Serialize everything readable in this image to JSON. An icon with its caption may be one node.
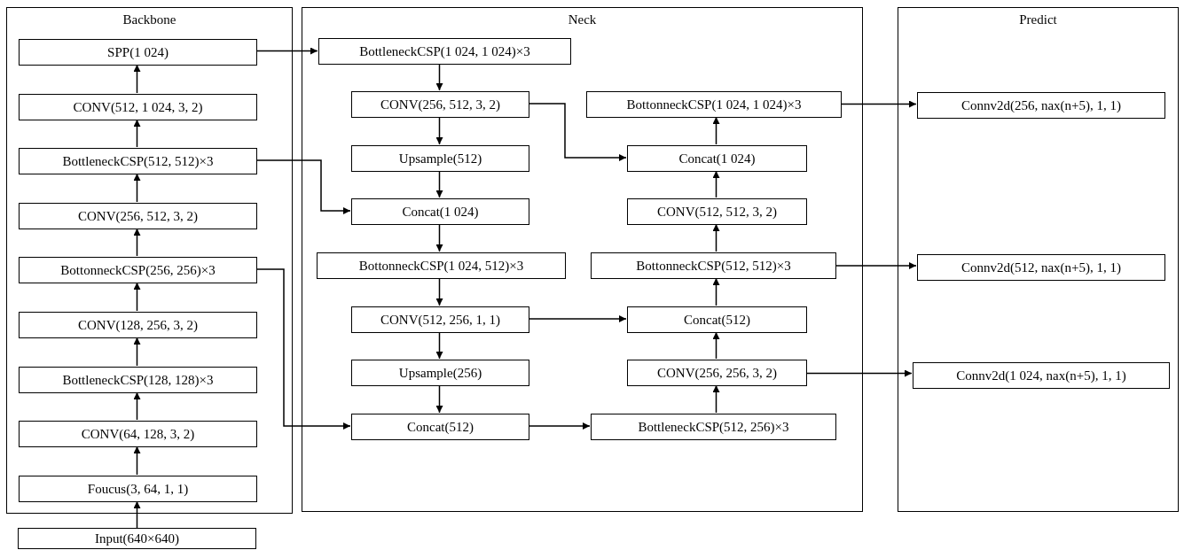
{
  "diagram": {
    "nodes": [
      {
        "text": [
          "Backbone"
        ]
      },
      {
        "text": [
          "SPP(1 024)"
        ],
        "in": 0
      },
      {
        "text": [
          "CONV(512, 1 024, 3, 2)"
        ],
        "in": 0
      },
      {
        "text": [
          "BottleneckCSP(512, 512)×3"
        ],
        "in": 0
      },
      {
        "text": [
          "CONV(256, 512, 3, 2)"
        ],
        "in": 0
      },
      {
        "text": [
          "BottonneckCSP(256, 256)×3"
        ],
        "in": 0
      },
      {
        "text": [
          "CONV(128, 256, 3, 2)"
        ],
        "in": 0
      },
      {
        "text": [
          "BottleneckCSP(128, 128)×3"
        ],
        "in": 0
      },
      {
        "text": [
          "CONV(64, 128, 3, 2)"
        ],
        "in": 0
      },
      {
        "text": [
          "Foucus(3, 64, 1, 1)"
        ],
        "in": 0
      },
      {
        "text": [
          "Input(640×640)"
        ]
      },
      {
        "text": [
          "Neck"
        ]
      },
      {
        "text": [
          "BottleneckCSP(1 024, 1 024)×3"
        ],
        "in": 11
      },
      {
        "text": [
          "CONV(256, 512, 3, 2)"
        ],
        "in": 11
      },
      {
        "text": [
          "Upsample(512)"
        ],
        "in": 11
      },
      {
        "text": [
          "Concat(1 024)"
        ],
        "in": 11
      },
      {
        "text": [
          "BottonneckCSP(1 024, 512)×3"
        ],
        "in": 11
      },
      {
        "text": [
          "CONV(512, 256, 1, 1)"
        ],
        "in": 11
      },
      {
        "text": [
          "Upsample(256)"
        ],
        "in": 11
      },
      {
        "text": [
          "Concat(512)"
        ],
        "in": 11
      },
      {
        "text": [
          "BottleneckCSP(512, 256)×3"
        ],
        "in": 11
      },
      {
        "text": [
          "CONV(256, 256, 3, 2)"
        ],
        "in": 11
      },
      {
        "text": [
          "Concat(512)"
        ],
        "in": 11
      },
      {
        "text": [
          "BottonneckCSP(512, 512)×3"
        ],
        "in": 11
      },
      {
        "text": [
          "CONV(512, 512, 3, 2)"
        ],
        "in": 11
      },
      {
        "text": [
          "Concat(1 024)"
        ],
        "in": 11
      },
      {
        "text": [
          "BottonneckCSP(1 024, 1 024)×3"
        ],
        "in": 11
      },
      {
        "text": [
          "Predict"
        ]
      },
      {
        "text": [
          "Connv2d(256, nax(n+5), 1, 1)"
        ],
        "in": 27
      },
      {
        "text": [
          "Connv2d(512, nax(n+5), 1, 1)"
        ],
        "in": 27
      },
      {
        "text": [
          "Connv2d(1 024, nax(n+5), 1, 1)"
        ],
        "in": 27
      }
    ],
    "edges": [
      {
        "from": 10,
        "to": 9,
        "arrow": "to"
      },
      {
        "from": 9,
        "to": 8,
        "arrow": "to"
      },
      {
        "from": 8,
        "to": 7,
        "arrow": "to"
      },
      {
        "from": 7,
        "to": 6,
        "arrow": "to"
      },
      {
        "from": 6,
        "to": 5,
        "arrow": "to"
      },
      {
        "from": 5,
        "to": 4,
        "arrow": "to"
      },
      {
        "from": 4,
        "to": 3,
        "arrow": "to"
      },
      {
        "from": 3,
        "to": 2,
        "arrow": "to"
      },
      {
        "from": 2,
        "to": 1,
        "arrow": "to"
      },
      {
        "from": 1,
        "to": 12,
        "arrow": "to"
      },
      {
        "from": 3,
        "to": 15,
        "arrow": "to"
      },
      {
        "from": 5,
        "to": 19,
        "arrow": "to"
      },
      {
        "from": 12,
        "to": 13,
        "arrow": "to"
      },
      {
        "from": 13,
        "to": 14,
        "arrow": "to"
      },
      {
        "from": 14,
        "to": 15,
        "arrow": "to"
      },
      {
        "from": 15,
        "to": 16,
        "arrow": "to"
      },
      {
        "from": 16,
        "to": 17,
        "arrow": "to"
      },
      {
        "from": 17,
        "to": 18,
        "arrow": "to"
      },
      {
        "from": 18,
        "to": 19,
        "arrow": "to"
      },
      {
        "from": 19,
        "to": 20,
        "arrow": "to"
      },
      {
        "from": 20,
        "to": 21,
        "arrow": "to"
      },
      {
        "from": 21,
        "to": 22,
        "arrow": "to"
      },
      {
        "from": 22,
        "to": 23,
        "arrow": "to"
      },
      {
        "from": 23,
        "to": 24,
        "arrow": "to"
      },
      {
        "from": 24,
        "to": 25,
        "arrow": "to"
      },
      {
        "from": 25,
        "to": 26,
        "arrow": "to"
      },
      {
        "from": 13,
        "to": 25,
        "arrow": "to"
      },
      {
        "from": 17,
        "to": 22,
        "arrow": "to"
      },
      {
        "from": 26,
        "to": 28,
        "arrow": "to"
      },
      {
        "from": 23,
        "to": 29,
        "arrow": "to"
      },
      {
        "from": 21,
        "to": 30,
        "arrow": "to"
      }
    ]
  }
}
